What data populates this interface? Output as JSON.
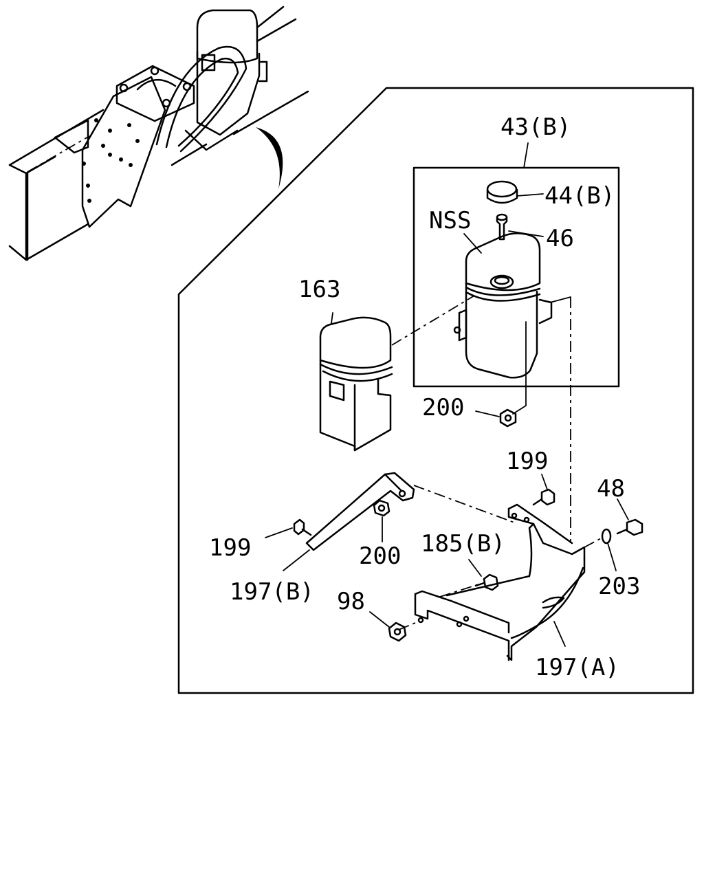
{
  "labels": {
    "l43b": "43(B)",
    "l44b": "44(B)",
    "lnss": "NSS",
    "l46": "46",
    "l163": "163",
    "l200a": "200",
    "l199a": "199",
    "l48": "48",
    "l199b": "199",
    "l200b": "200",
    "l185b": "185(B)",
    "l197b": "197(B)",
    "l98": "98",
    "l203": "203",
    "l197a": "197(A)"
  }
}
